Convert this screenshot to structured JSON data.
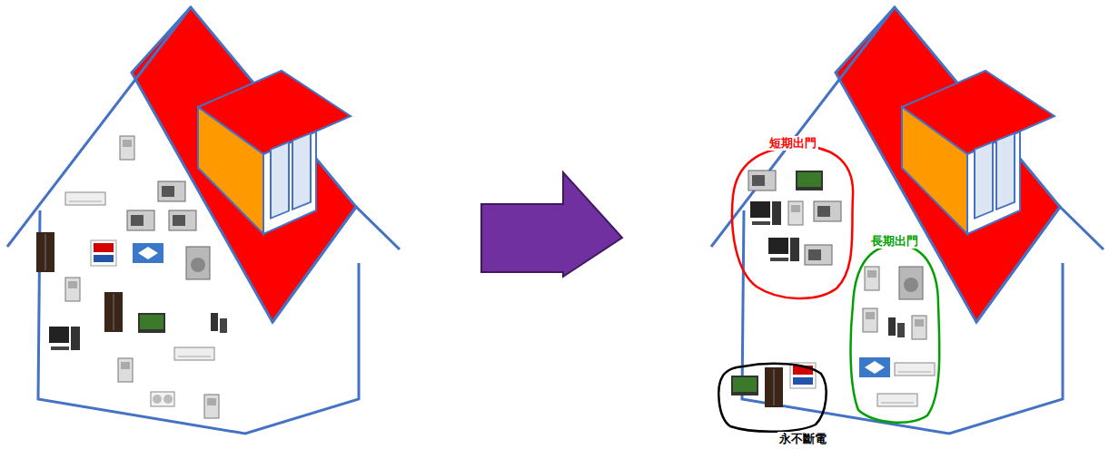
{
  "diagram": {
    "nodes": [
      {
        "text": [
          "短期出門"
        ]
      },
      {
        "text": [
          "長期出門"
        ]
      },
      {
        "text": [
          "永不斷電"
        ]
      }
    ]
  }
}
